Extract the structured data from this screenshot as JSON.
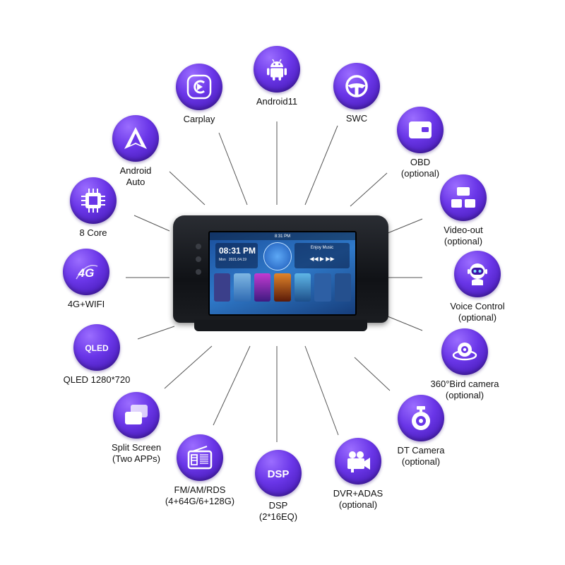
{
  "center": {
    "time": "08:31 PM",
    "day": "Mon",
    "date": "2021.04.19",
    "status_time": "8:31 PM",
    "music": "Enjoy Music"
  },
  "features": [
    {
      "id": "android11",
      "icon": "android-icon",
      "lines": [
        "Android11"
      ]
    },
    {
      "id": "swc",
      "icon": "steering-wheel-icon",
      "lines": [
        "SWC"
      ]
    },
    {
      "id": "obd",
      "icon": "obd-icon",
      "lines": [
        "OBD",
        "(optional)"
      ]
    },
    {
      "id": "video-out",
      "icon": "video-out-icon",
      "lines": [
        "Video-out",
        "(optional)"
      ]
    },
    {
      "id": "voice-control",
      "icon": "robot-icon",
      "lines": [
        "Voice Control",
        "(optional)"
      ]
    },
    {
      "id": "bird-camera",
      "icon": "360-camera-icon",
      "lines": [
        "360°Bird camera",
        "(optional)"
      ]
    },
    {
      "id": "dt-camera",
      "icon": "dash-camera-icon",
      "lines": [
        "DT Camera",
        "(optional)"
      ]
    },
    {
      "id": "dvr-adas",
      "icon": "video-camera-icon",
      "lines": [
        "DVR+ADAS",
        "(optional)"
      ]
    },
    {
      "id": "dsp",
      "icon": "dsp-icon",
      "lines": [
        "DSP",
        "(2*16EQ)"
      ]
    },
    {
      "id": "fm-am-rds",
      "icon": "radio-icon",
      "lines": [
        "FM/AM/RDS",
        "(4+64G/6+128G)"
      ]
    },
    {
      "id": "split-screen",
      "icon": "split-screen-icon",
      "lines": [
        "Split Screen",
        "(Two APPs)"
      ]
    },
    {
      "id": "qled",
      "icon": "qled-icon",
      "lines": [
        "QLED 1280*720"
      ]
    },
    {
      "id": "4g-wifi",
      "icon": "4g-icon",
      "lines": [
        "4G+WIFI"
      ]
    },
    {
      "id": "8-core",
      "icon": "chip-icon",
      "lines": [
        "8 Core"
      ]
    },
    {
      "id": "android-auto",
      "icon": "android-auto-icon",
      "lines": [
        "Android",
        "Auto"
      ]
    },
    {
      "id": "carplay",
      "icon": "carplay-icon",
      "lines": [
        "Carplay"
      ]
    }
  ],
  "icon_text": {
    "4g": "4G",
    "qled": "QLED",
    "dsp": "DSP"
  },
  "colors": {
    "circle": "#6a36e8",
    "line": "#555555"
  }
}
